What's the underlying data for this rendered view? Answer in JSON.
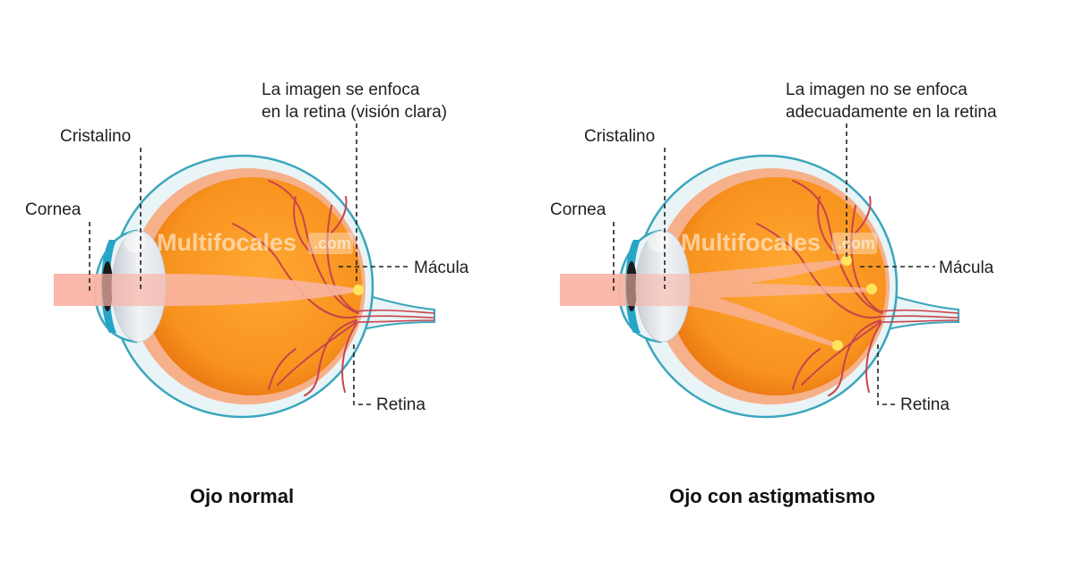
{
  "colors": {
    "sclera_outline": "#3aa6bd",
    "sclera_fill": "#e9f4f7",
    "choroid": "#f6b08a",
    "vitreous": "#f7931e",
    "vitreous_edge": "#ee7a12",
    "vessel": "#c9444c",
    "beam": "#f9b5a6",
    "iris": "#27a5c7",
    "pupil": "#1a1a1a",
    "lens": "#e3e6eb",
    "focus": "#ffe45c"
  },
  "watermark": {
    "brand": "Multifocales",
    "tld": ".com"
  },
  "panels": [
    {
      "title": "Ojo normal",
      "focus_note": [
        "La imagen se enfoca",
        "en la retina (visión clara)"
      ],
      "labels": {
        "cornea": "Cornea",
        "lens": "Cristalino",
        "macula": "Mácula",
        "retina": "Retina"
      }
    },
    {
      "title": "Ojo con astigmatismo",
      "focus_note": [
        "La imagen no se enfoca",
        "adecuadamente en la retina"
      ],
      "labels": {
        "cornea": "Cornea",
        "lens": "Cristalino",
        "macula": "Mácula",
        "retina": "Retina"
      }
    }
  ]
}
